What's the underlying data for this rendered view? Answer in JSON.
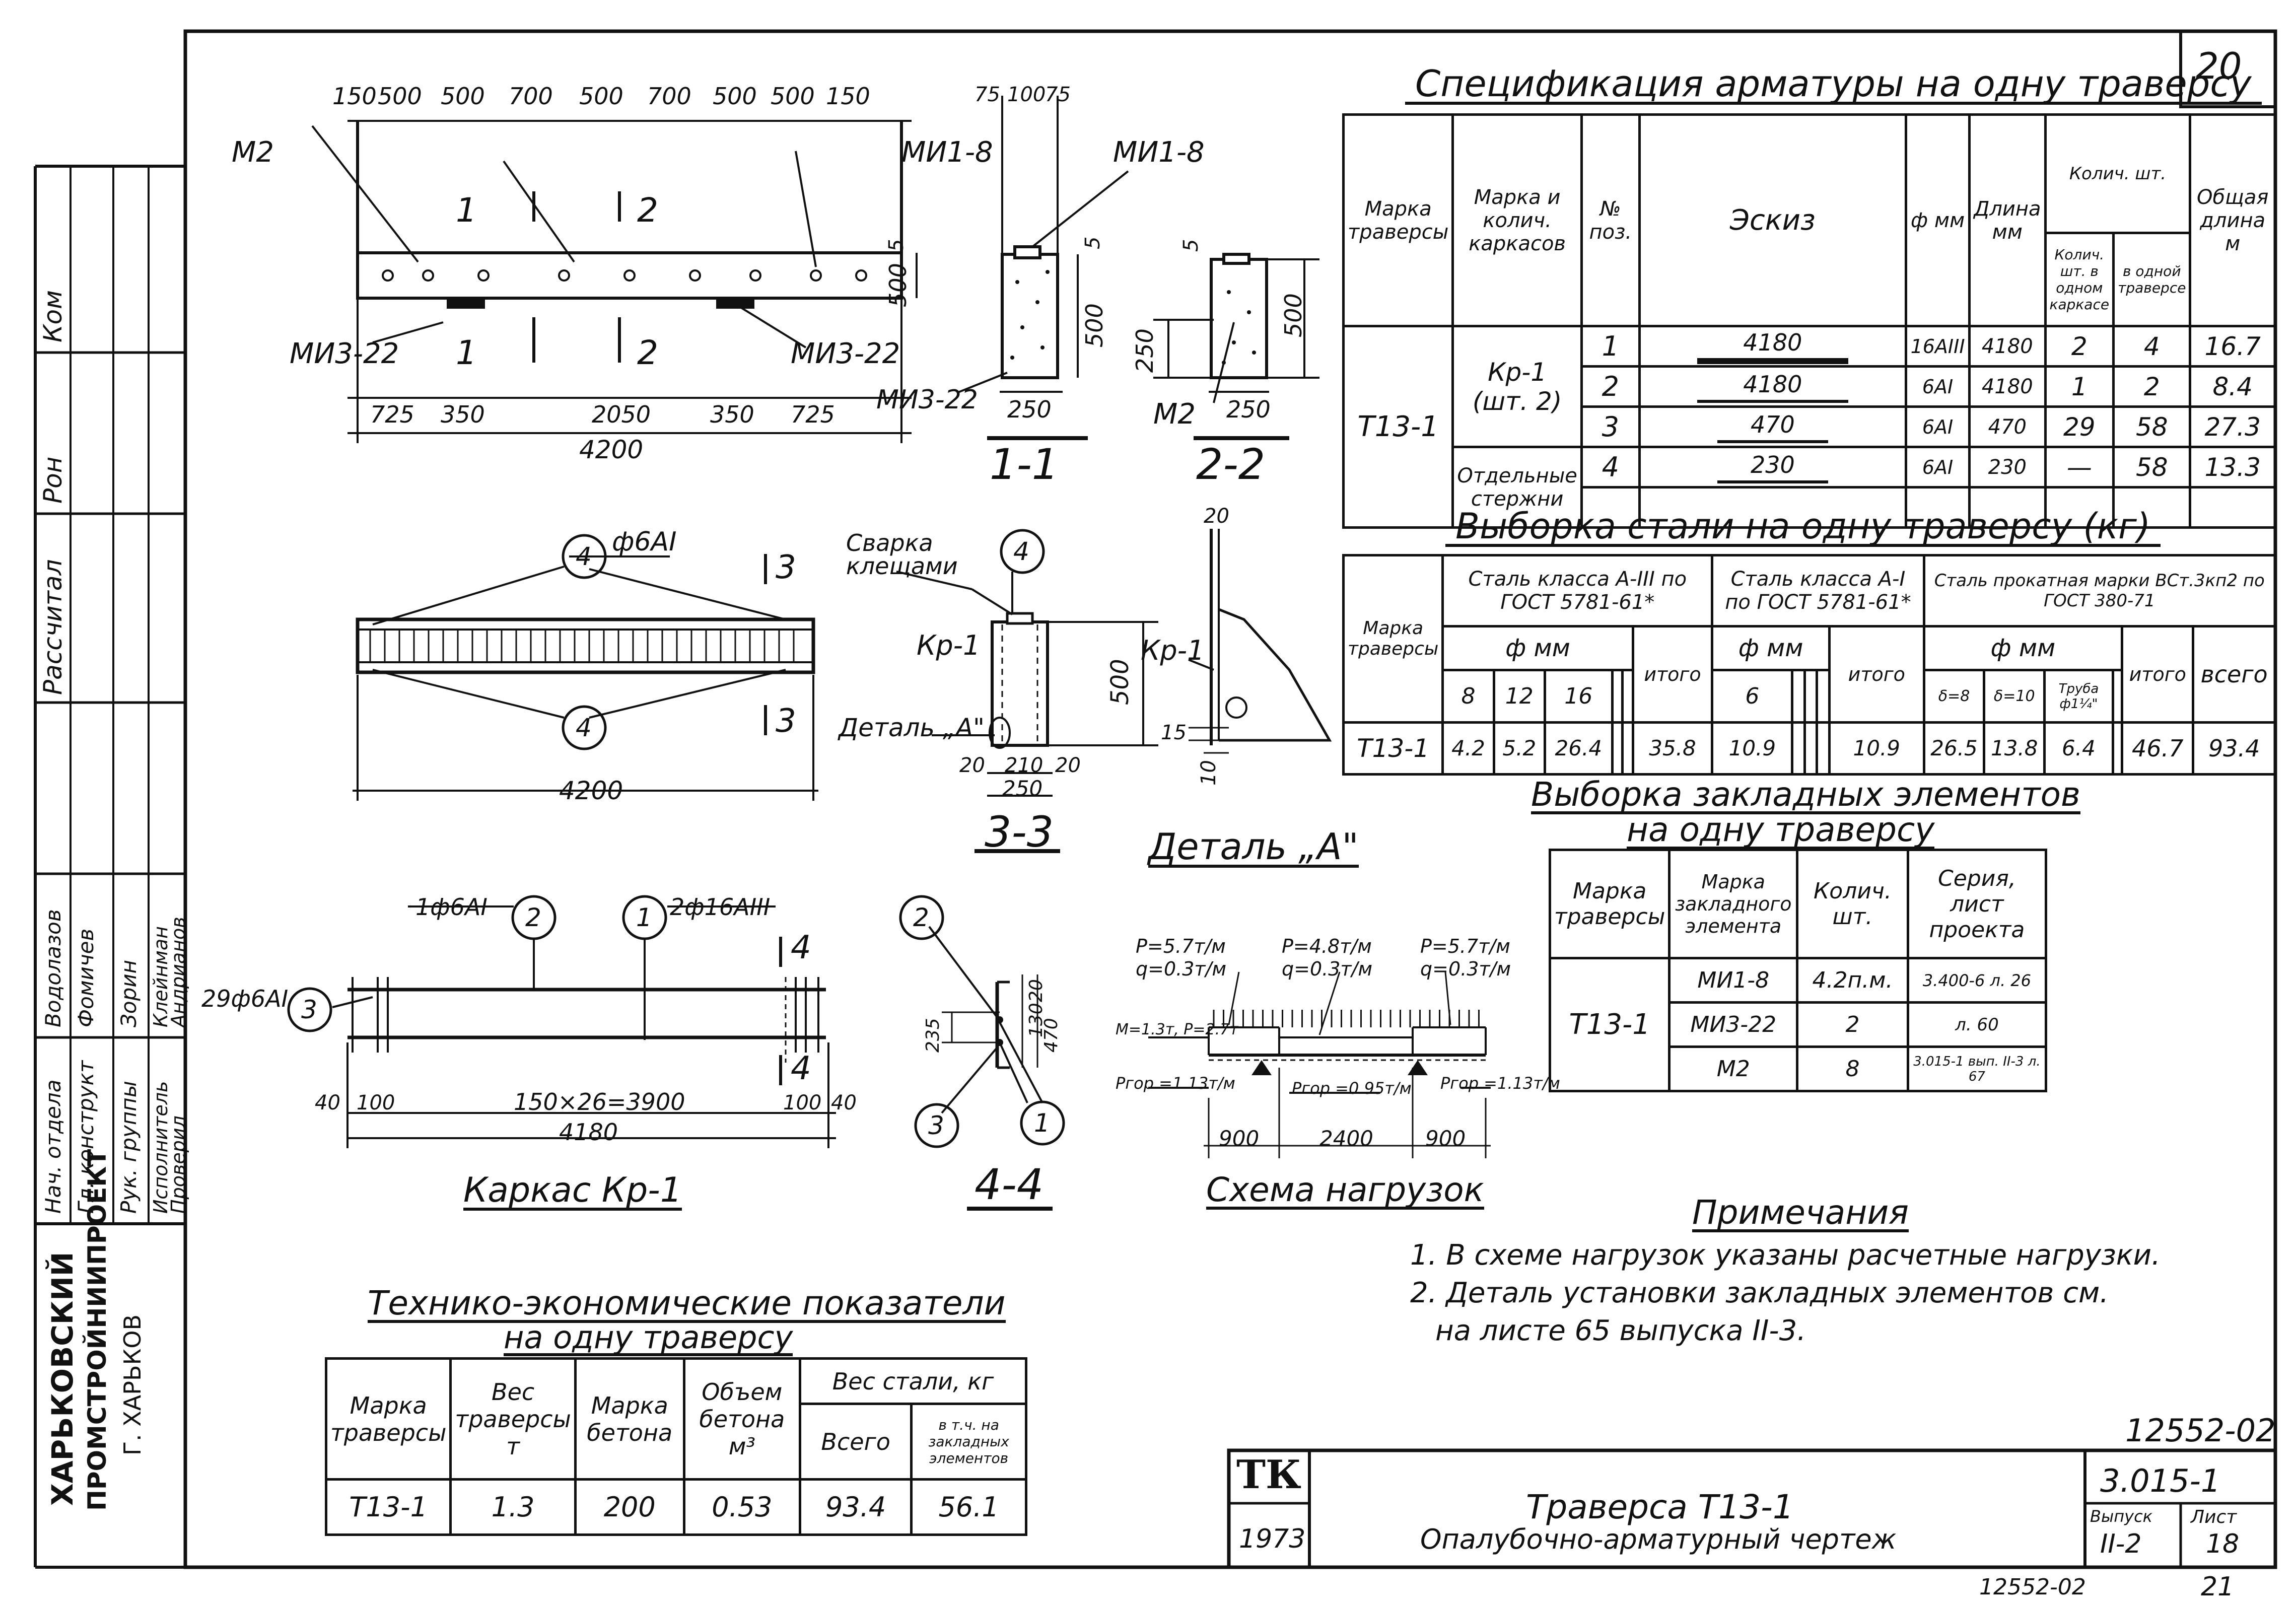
{
  "page_number": "20",
  "sheet_stamp_top": "12552-02",
  "sheet_stamp_bottom": "12552-02",
  "sheet_stamp_bottom_num": "21",
  "titleblock": {
    "logo": "ТК",
    "year": "1973",
    "title": "Траверса Т13-1",
    "subtitle": "Опалубочно-арматурный чертеж",
    "series": "3.015-1",
    "vypusk_label": "Выпуск",
    "vypusk": "II-2",
    "list_label": "Лист",
    "list": "18"
  },
  "left_stamp": {
    "org1": "ХАРЬКОВСКИЙ",
    "org2": "ПРОМСТРОЙНИИПРОЕКТ",
    "org3": "Г. ХАРЬКОВ",
    "rows": [
      {
        "role": "Нач. отдела",
        "name": "Водолазов"
      },
      {
        "role": "Гл. конструкт",
        "name": "Фомичев"
      },
      {
        "role": "Рук. группы",
        "name": "Зорин"
      },
      {
        "role": "Исполнитель",
        "name": "Клейнман"
      },
      {
        "role": "Проверил",
        "name": "Андрианов"
      }
    ],
    "boxes": [
      "Рассчитал",
      "Рон",
      "Ком"
    ]
  },
  "elevation": {
    "top_dims": [
      "150",
      "500",
      "500",
      "700",
      "500",
      "700",
      "500",
      "500",
      "150"
    ],
    "bottom_dims": [
      "725",
      "350",
      "2050",
      "350",
      "725"
    ],
    "total": "4200",
    "labels": {
      "m2": "М2",
      "mi1": "МИ1-8",
      "mi3_left": "МИ3-22",
      "mi3_right": "МИ3-22",
      "s1": "1",
      "s2": "2"
    },
    "height": "500",
    "top_gap": "5"
  },
  "section_11": {
    "top": [
      "75",
      "100",
      "75"
    ],
    "height": "500",
    "width": "250",
    "label_mi1": "МИ1-8",
    "label_mi3": "МИ3-22",
    "title": "1-1",
    "gap": "5"
  },
  "section_22": {
    "height": "500",
    "h250": "250",
    "width": "250",
    "label_m2": "М2",
    "title": "2-2",
    "gap": "5"
  },
  "plan_33": {
    "callout_top": "4",
    "callout_bottom": "4",
    "bar": "ф6АI",
    "cut": "3",
    "total": "4200"
  },
  "section_33": {
    "callout": "4",
    "weld": "Сварка клещами",
    "kp": "Кр-1",
    "detail": "Деталь „А\"",
    "height": "500",
    "dims": [
      "20",
      "210",
      "20"
    ],
    "width": "250",
    "title": "3-3"
  },
  "detail_a": {
    "kp": "Кр-1",
    "top": "20",
    "d15": "15",
    "d10": "10",
    "title": "Деталь „А\""
  },
  "frame_kp1": {
    "callout_left": "3",
    "callout_2": "2",
    "callout_1": "1",
    "bar_left": "29ф6АI",
    "bar_2": "1ф6АI",
    "bar_1": "2ф16АIII",
    "cut": "4",
    "dims": [
      "40",
      "100",
      "150×26=3900",
      "100",
      "40"
    ],
    "total": "4180",
    "title": "Каркас Кр-1"
  },
  "section_44": {
    "callouts": [
      "2",
      "3",
      "1"
    ],
    "dims": [
      "235",
      "130",
      "20",
      "470"
    ],
    "title": "4-4"
  },
  "loads": {
    "p1": "P=5.7т/м",
    "q1": "q=0.3т/м",
    "p2": "P=4.8т/м",
    "q2": "q=0.3т/м",
    "p3": "P=5.7т/м",
    "q3": "q=0.3т/м",
    "m": "М=1.3т, Р=2.7т",
    "r1": "Pгор.=1.13т/м",
    "r2": "Pгор.=0.95т/м",
    "r3": "Pгор.=1.13т/м",
    "dims": [
      "900",
      "2400",
      "900"
    ],
    "title": "Схема нагрузок"
  },
  "spec": {
    "title": "Спецификация арматуры на одну траверсу",
    "headers": [
      "Марка траверсы",
      "Марка и колич. каркасов",
      "№ поз.",
      "Эскиз",
      "ф мм",
      "Длина мм",
      "Колич. шт. в одном каркасе",
      "в одной траверсе",
      "Общая длина м"
    ],
    "header_count": "Колич. шт.",
    "trav": "Т13-1",
    "group1": "Кр-1 (шт. 2)",
    "group2": "Отдельные стержни",
    "rows": [
      {
        "pos": "1",
        "sketch": "4180",
        "d": "16АIII",
        "len": "4180",
        "n1": "2",
        "n2": "4",
        "total": "16.7"
      },
      {
        "pos": "2",
        "sketch": "4180",
        "d": "6АI",
        "len": "4180",
        "n1": "1",
        "n2": "2",
        "total": "8.4"
      },
      {
        "pos": "3",
        "sketch": "470",
        "d": "6АI",
        "len": "470",
        "n1": "29",
        "n2": "58",
        "total": "27.3"
      },
      {
        "pos": "4",
        "sketch": "230",
        "d": "6АI",
        "len": "230",
        "n1": "—",
        "n2": "58",
        "total": "13.3"
      }
    ]
  },
  "steel": {
    "title": "Выборка стали на одну траверсу (кг)",
    "col_marka": "Марка траверсы",
    "g1": "Сталь класса А-III по ГОСТ 5781-61*",
    "g2": "Сталь класса А-I по ГОСТ 5781-61*",
    "g3": "Сталь прокатная марки ВСт.3кп2 по ГОСТ 380-71",
    "dmm": "ф мм",
    "itogo": "итого",
    "vsego": "всего",
    "g1_cols": [
      "8",
      "12",
      "16"
    ],
    "g2_cols": [
      "6"
    ],
    "g3_cols": [
      "δ=8",
      "δ=10",
      "Труба ф1¼\""
    ],
    "row": {
      "marka": "Т13-1",
      "a": "4.2",
      "b": "5.2",
      "c": "26.4",
      "g1_total": "35.8",
      "d": "10.9",
      "g2_total": "10.9",
      "e": "26.5",
      "f": "13.8",
      "g": "6.4",
      "g3_total": "46.7",
      "total": "93.4"
    }
  },
  "embedded": {
    "title1": "Выборка закладных элементов",
    "title2": "на одну траверсу",
    "headers": [
      "Марка траверсы",
      "Марка закладного элемента",
      "Колич. шт.",
      "Серия, лист проекта"
    ],
    "trav": "Т13-1",
    "rows": [
      {
        "mark": "МИ1-8",
        "qty": "4.2п.м.",
        "ref": "3.400-6 л. 26"
      },
      {
        "mark": "МИ3-22",
        "qty": "2",
        "ref": "л. 60"
      },
      {
        "mark": "М2",
        "qty": "8",
        "ref": "3.015-1 вып. II-3 л. 67"
      }
    ]
  },
  "notes": {
    "title": "Примечания",
    "items": [
      "1. В схеме нагрузок указаны расчетные нагрузки.",
      "2. Деталь установки закладных элементов см.",
      "на листе 65 выпуска II-3."
    ]
  },
  "tech": {
    "title1": "Технико-экономические показатели",
    "title2": "на одну траверсу",
    "headers": [
      "Марка траверсы",
      "Вес траверсы т",
      "Марка бетона",
      "Объем бетона м³",
      "Вес стали, кг",
      "Всего",
      "в т.ч. на закладных элементов"
    ],
    "row": [
      "Т13-1",
      "1.3",
      "200",
      "0.53",
      "93.4",
      "56.1"
    ]
  }
}
